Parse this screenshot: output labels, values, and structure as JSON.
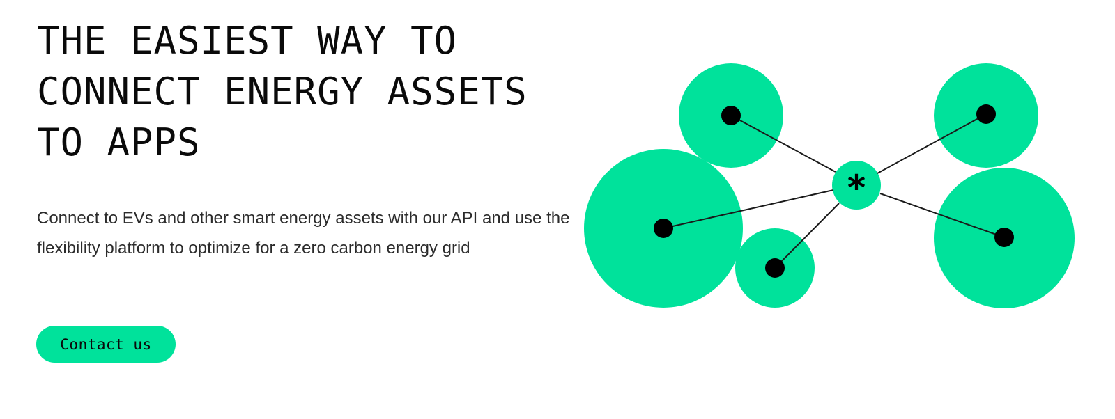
{
  "hero": {
    "headline_lines": [
      "THE EASIEST WAY TO",
      "CONNECT ENERGY ASSETS",
      "TO APPS"
    ],
    "subtext": "Connect to EVs and other smart energy assets with our API and use the flexibility platform to optimize for a zero carbon energy grid",
    "cta_label": "Contact us"
  },
  "graphic": {
    "hub_symbol": "*",
    "accent_color": "#00e29b",
    "dot_color": "#000000",
    "line_color": "#1a1a1a"
  }
}
